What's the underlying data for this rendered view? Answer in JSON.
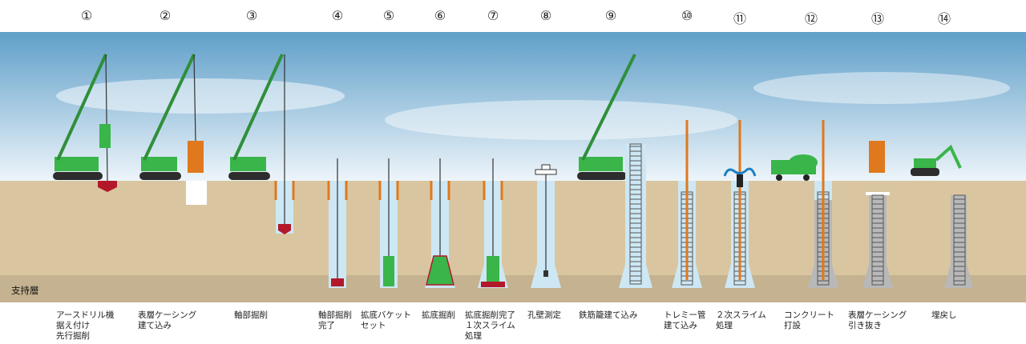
{
  "bearing_layer_label": "支持層",
  "steps": [
    {
      "num": "①",
      "caption": "アースドリル機\n据え付け\n先行掘削"
    },
    {
      "num": "②",
      "caption": "表層ケーシング\n建て込み"
    },
    {
      "num": "③",
      "caption": "軸部掘削"
    },
    {
      "num": "④",
      "caption": "軸部掘削\n完了"
    },
    {
      "num": "⑤",
      "caption": "拡底バケット\nセット"
    },
    {
      "num": "⑥",
      "caption": "拡底掘削"
    },
    {
      "num": "⑦",
      "caption": "拡底掘削完了\n１次スライム\n処理"
    },
    {
      "num": "⑧",
      "caption": "孔壁測定"
    },
    {
      "num": "⑨",
      "caption": "鉄筋籠建て込み"
    },
    {
      "num": "⑩",
      "caption": "トレミー管\n建て込み"
    },
    {
      "num": "⑪",
      "caption": "２次スライム\n処理"
    },
    {
      "num": "⑫",
      "caption": "コンクリート\n打設"
    },
    {
      "num": "⑬",
      "caption": "表層ケーシング\n引き抜き"
    },
    {
      "num": "⑭",
      "caption": "埋戻し"
    }
  ],
  "colors": {
    "sky_top": "#5f9fc9",
    "sky_bottom": "#e8f1f7",
    "ground": "#d9c6a0",
    "bearing_layer": "#c4b290",
    "water": "#cde7f4",
    "machine": "#39b54a",
    "casing": "#e0781e",
    "bit": "#b3182a",
    "rebar": "#555555",
    "concrete": "#b8b8b8"
  }
}
